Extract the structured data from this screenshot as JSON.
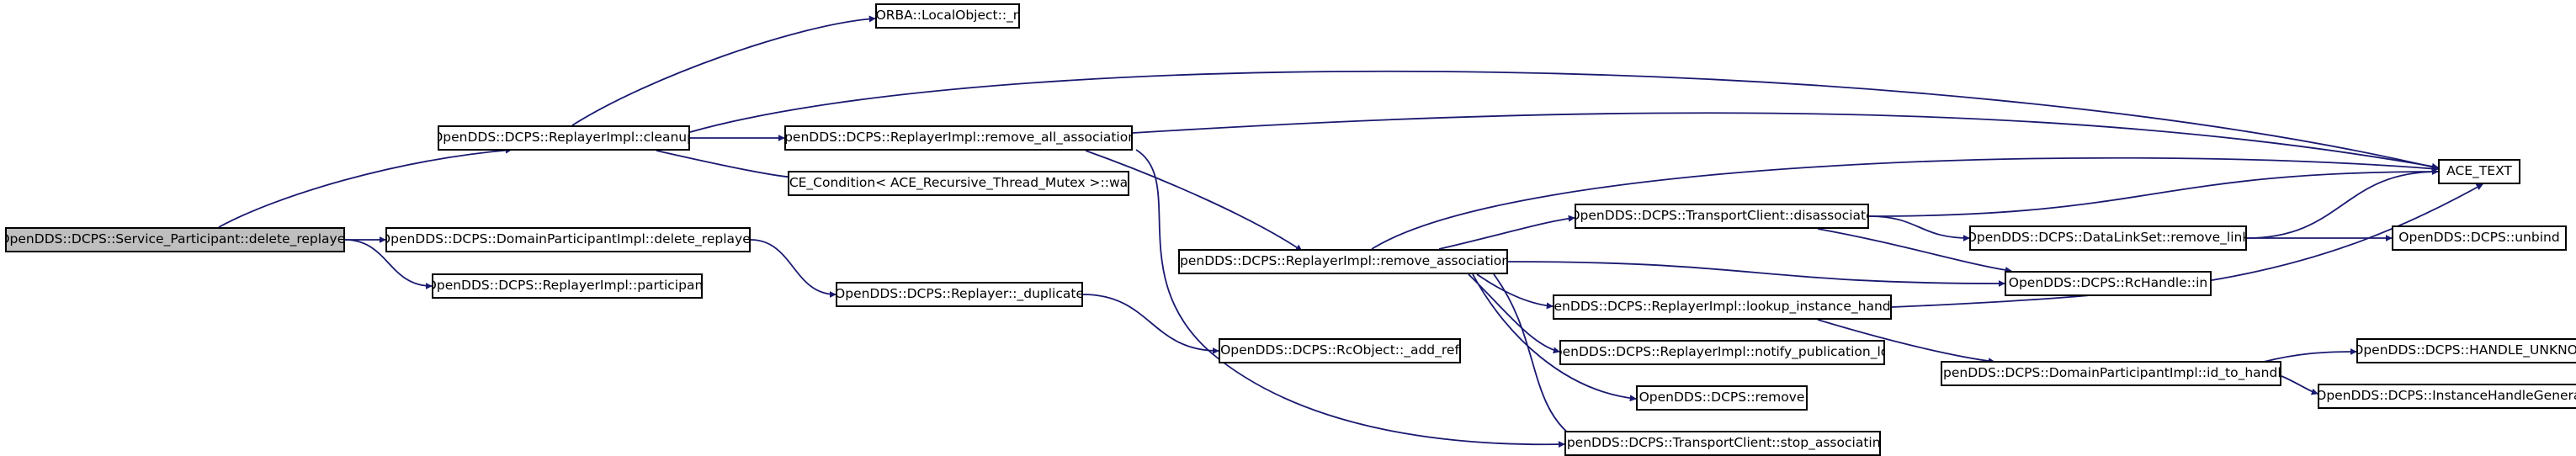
{
  "graph": {
    "nodes": [
      {
        "id": "delete_replayer_sp",
        "label": "OpenDDS::DCPS::Service_Participant::delete_replayer",
        "root": true
      },
      {
        "id": "cleanup",
        "label": "OpenDDS::DCPS::ReplayerImpl::cleanup"
      },
      {
        "id": "delete_replayer_dp",
        "label": "OpenDDS::DCPS::DomainParticipantImpl::delete_replayer"
      },
      {
        "id": "participant",
        "label": "OpenDDS::DCPS::ReplayerImpl::participant"
      },
      {
        "id": "local_nil",
        "label": "CORBA::LocalObject::_nil"
      },
      {
        "id": "remove_all_associations",
        "label": "OpenDDS::DCPS::ReplayerImpl::remove_all_associations"
      },
      {
        "id": "ace_wait",
        "label": "ACE_Condition< ACE_Recursive_Thread_Mutex >::wait"
      },
      {
        "id": "duplicate",
        "label": "OpenDDS::DCPS::Replayer::_duplicate"
      },
      {
        "id": "remove_associations",
        "label": "OpenDDS::DCPS::ReplayerImpl::remove_associations"
      },
      {
        "id": "add_ref",
        "label": "OpenDDS::DCPS::RcObject::_add_ref"
      },
      {
        "id": "disassociate",
        "label": "OpenDDS::DCPS::TransportClient::disassociate"
      },
      {
        "id": "lookup_instance_handles",
        "label": "OpenDDS::DCPS::ReplayerImpl::lookup_instance_handles"
      },
      {
        "id": "notify_publication_lost",
        "label": "OpenDDS::DCPS::ReplayerImpl::notify_publication_lost"
      },
      {
        "id": "remove",
        "label": "OpenDDS::DCPS::remove"
      },
      {
        "id": "stop_associating",
        "label": "OpenDDS::DCPS::TransportClient::stop_associating"
      },
      {
        "id": "remove_link",
        "label": "OpenDDS::DCPS::DataLinkSet::remove_link"
      },
      {
        "id": "rchandle_in",
        "label": "OpenDDS::DCPS::RcHandle::in"
      },
      {
        "id": "id_to_handle",
        "label": "OpenDDS::DCPS::DomainParticipantImpl::id_to_handle"
      },
      {
        "id": "ace_text",
        "label": "ACE_TEXT"
      },
      {
        "id": "unbind",
        "label": "OpenDDS::DCPS::unbind"
      },
      {
        "id": "handle_unknown",
        "label": "OpenDDS::DCPS::HANDLE_UNKNOWN"
      },
      {
        "id": "ihg_next",
        "label": "OpenDDS::DCPS::InstanceHandleGenerator::next"
      }
    ],
    "edges": [
      {
        "from": "delete_replayer_sp",
        "to": "cleanup"
      },
      {
        "from": "delete_replayer_sp",
        "to": "delete_replayer_dp"
      },
      {
        "from": "delete_replayer_sp",
        "to": "participant"
      },
      {
        "from": "cleanup",
        "to": "local_nil"
      },
      {
        "from": "cleanup",
        "to": "ace_text"
      },
      {
        "from": "cleanup",
        "to": "remove_all_associations"
      },
      {
        "from": "cleanup",
        "to": "ace_wait"
      },
      {
        "from": "delete_replayer_dp",
        "to": "duplicate"
      },
      {
        "from": "remove_all_associations",
        "to": "ace_text"
      },
      {
        "from": "remove_all_associations",
        "to": "remove_associations"
      },
      {
        "from": "remove_all_associations",
        "to": "stop_associating"
      },
      {
        "from": "duplicate",
        "to": "add_ref"
      },
      {
        "from": "remove_associations",
        "to": "ace_text"
      },
      {
        "from": "remove_associations",
        "to": "disassociate"
      },
      {
        "from": "remove_associations",
        "to": "rchandle_in"
      },
      {
        "from": "remove_associations",
        "to": "lookup_instance_handles"
      },
      {
        "from": "remove_associations",
        "to": "notify_publication_lost"
      },
      {
        "from": "remove_associations",
        "to": "remove"
      },
      {
        "from": "remove_associations",
        "to": "stop_associating"
      },
      {
        "from": "disassociate",
        "to": "ace_text"
      },
      {
        "from": "disassociate",
        "to": "remove_link"
      },
      {
        "from": "disassociate",
        "to": "rchandle_in"
      },
      {
        "from": "lookup_instance_handles",
        "to": "id_to_handle"
      },
      {
        "from": "lookup_instance_handles",
        "to": "ace_text"
      },
      {
        "from": "remove_link",
        "to": "ace_text"
      },
      {
        "from": "remove_link",
        "to": "unbind"
      },
      {
        "from": "id_to_handle",
        "to": "handle_unknown"
      },
      {
        "from": "id_to_handle",
        "to": "ihg_next"
      }
    ]
  },
  "colors": {
    "edge": "#191970",
    "border": "#000000",
    "root_fill": "#bfbfbf",
    "node_fill": "#ffffff"
  }
}
